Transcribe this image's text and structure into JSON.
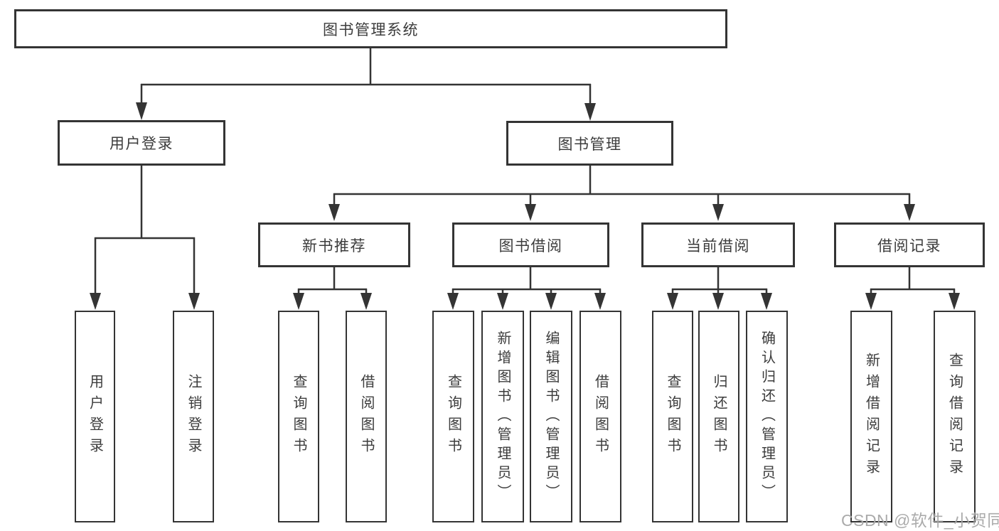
{
  "diagram": {
    "root": {
      "label": "图书管理系统"
    },
    "level2": [
      {
        "label": "用户登录",
        "children": [
          {
            "label": "用户登录"
          },
          {
            "label": "注销登录"
          }
        ]
      },
      {
        "label": "图书管理",
        "children": [
          {
            "label": "新书推荐",
            "children": [
              {
                "label": "查询图书"
              },
              {
                "label": "借阅图书"
              }
            ]
          },
          {
            "label": "图书借阅",
            "children": [
              {
                "label": "查询图书"
              },
              {
                "label": "新增图书（管理员）"
              },
              {
                "label": "编辑图书（管理员）"
              },
              {
                "label": "借阅图书"
              }
            ]
          },
          {
            "label": "当前借阅",
            "children": [
              {
                "label": "查询图书"
              },
              {
                "label": "归还图书"
              },
              {
                "label": "确认归还（管理员）"
              }
            ]
          },
          {
            "label": "借阅记录",
            "children": [
              {
                "label": "新增借阅记录"
              },
              {
                "label": "查询借阅记录"
              }
            ]
          }
        ]
      }
    ]
  },
  "watermark": {
    "text": "CSDN @软件_小贺同学"
  },
  "colors": {
    "line": "#343434",
    "box_border": "#343434",
    "text": "#3c3c3c",
    "watermark": "#a7a7a7",
    "background": "#ffffff"
  }
}
